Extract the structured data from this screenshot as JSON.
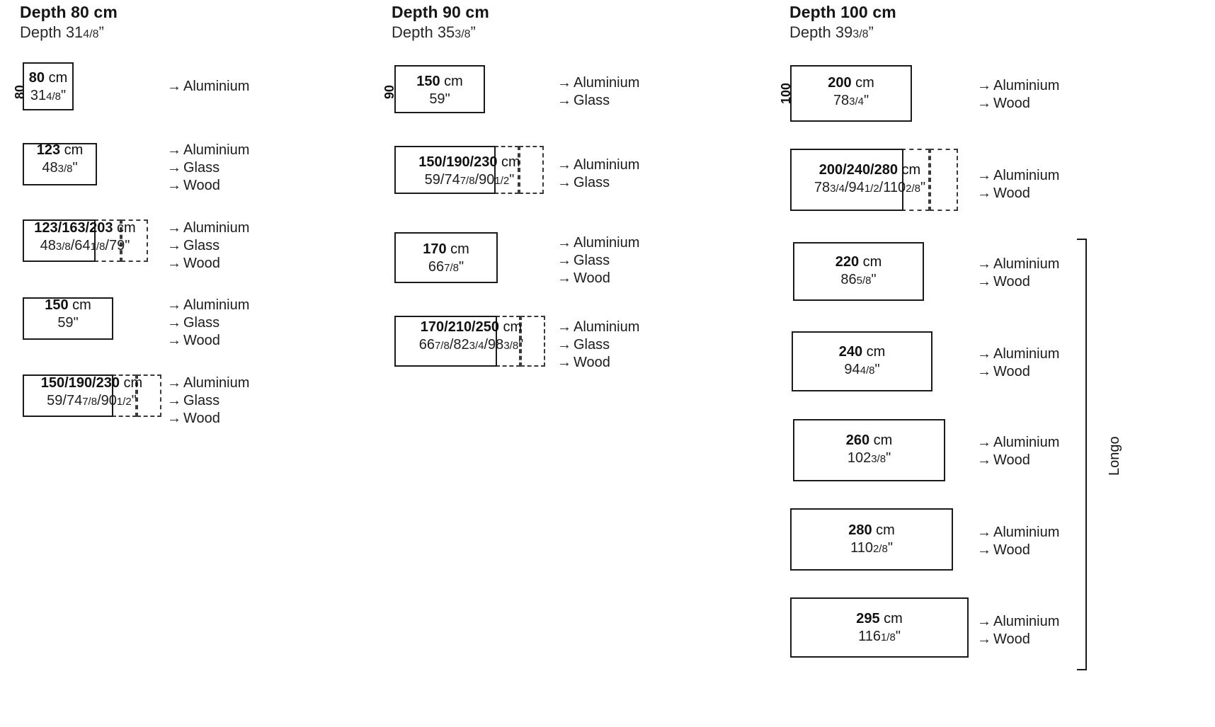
{
  "columns": [
    {
      "id": "depth-80",
      "title": "Depth 80 cm",
      "subtitle_prefix": "Depth 31",
      "subtitle_frac": "4/8",
      "subtitle_suffix": "”",
      "depth_tag": "80",
      "rows": [
        {
          "cm_value": "80",
          "cm_unit": " cm",
          "in_value": "31",
          "in_frac": "4/8",
          "in_suffix": "\"",
          "materials": [
            "Aluminium"
          ]
        },
        {
          "cm_value": "123",
          "cm_unit": " cm",
          "in_value": "48",
          "in_frac": "3/8",
          "in_suffix": "\"",
          "materials": [
            "Aluminium",
            "Glass",
            "Wood"
          ]
        },
        {
          "cm_value": "123/163/203",
          "cm_unit": " cm",
          "in_value": "48",
          "in_frac": "3/8",
          "in_mid": "/64",
          "in_frac2": "1/8",
          "in_tail": "/79",
          "in_suffix": "\"",
          "materials": [
            "Aluminium",
            "Glass",
            "Wood"
          ]
        },
        {
          "cm_value": "150",
          "cm_unit": " cm",
          "in_value": "59",
          "in_frac": "",
          "in_suffix": "\"",
          "materials": [
            "Aluminium",
            "Glass",
            "Wood"
          ]
        },
        {
          "cm_value": "150/190/230",
          "cm_unit": " cm",
          "in_value": "59/74",
          "in_frac": "7/8",
          "in_mid": "/90",
          "in_frac2": "1/2",
          "in_tail": "",
          "in_suffix": "\"",
          "materials": [
            "Aluminium",
            "Glass",
            "Wood"
          ]
        }
      ]
    },
    {
      "id": "depth-90",
      "title": "Depth 90 cm",
      "subtitle_prefix": "Depth 35",
      "subtitle_frac": "3/8",
      "subtitle_suffix": "”",
      "depth_tag": "90",
      "rows": [
        {
          "cm_value": "150",
          "cm_unit": " cm",
          "in_value": "59",
          "in_frac": "",
          "in_suffix": "\"",
          "materials": [
            "Aluminium",
            "Glass"
          ]
        },
        {
          "cm_value": "150/190/230",
          "cm_unit": " cm",
          "in_value": "59/74",
          "in_frac": "7/8",
          "in_mid": "/90",
          "in_frac2": "1/2",
          "in_tail": "",
          "in_suffix": "\"",
          "materials": [
            "Aluminium",
            "Glass"
          ]
        },
        {
          "cm_value": "170",
          "cm_unit": " cm",
          "in_value": "66",
          "in_frac": "7/8",
          "in_suffix": "\"",
          "materials": [
            "Aluminium",
            "Glass",
            "Wood"
          ]
        },
        {
          "cm_value": "170/210/250",
          "cm_unit": " cm",
          "in_value": "66",
          "in_frac": "7/8",
          "in_mid": "/82",
          "in_frac2": "3/4",
          "in_tail": "/98",
          "in_frac3": "3/8",
          "in_suffix": "\"",
          "materials": [
            "Aluminium",
            "Glass",
            "Wood"
          ]
        }
      ]
    },
    {
      "id": "depth-100",
      "title": "Depth 100 cm",
      "subtitle_prefix": "Depth 39",
      "subtitle_frac": "3/8",
      "subtitle_suffix": "”",
      "depth_tag": "100",
      "rows": [
        {
          "cm_value": "200",
          "cm_unit": " cm",
          "in_value": "78",
          "in_frac": "3/4",
          "in_suffix": "\"",
          "materials": [
            "Aluminium",
            "Wood"
          ]
        },
        {
          "cm_value": "200/240/280",
          "cm_unit": " cm",
          "in_value": "78",
          "in_frac": "3/4",
          "in_mid": "/94",
          "in_frac2": "1/2",
          "in_tail": "/110",
          "in_frac3": "2/8",
          "in_suffix": "\"",
          "materials": [
            "Aluminium",
            "Wood"
          ]
        },
        {
          "cm_value": "220",
          "cm_unit": " cm",
          "in_value": "86",
          "in_frac": "5/8",
          "in_suffix": "\"",
          "materials": [
            "Aluminium",
            "Wood"
          ]
        },
        {
          "cm_value": "240",
          "cm_unit": " cm",
          "in_value": "94",
          "in_frac": "4/8",
          "in_suffix": "\"",
          "materials": [
            "Aluminium",
            "Wood"
          ]
        },
        {
          "cm_value": "260",
          "cm_unit": " cm",
          "in_value": "102",
          "in_frac": "3/8",
          "in_suffix": "\"",
          "materials": [
            "Aluminium",
            "Wood"
          ]
        },
        {
          "cm_value": "280",
          "cm_unit": " cm",
          "in_value": "110",
          "in_frac": "2/8",
          "in_suffix": "\"",
          "materials": [
            "Aluminium",
            "Wood"
          ]
        },
        {
          "cm_value": "295",
          "cm_unit": " cm",
          "in_value": "116",
          "in_frac": "1/8",
          "in_suffix": "\"",
          "materials": [
            "Aluminium",
            "Wood"
          ]
        }
      ]
    }
  ],
  "bracket": {
    "label": "Longo"
  },
  "arrow_glyph": "→",
  "colors": {
    "ink": "#1a1a1a",
    "paper": "#ffffff",
    "dashed": "#3a3a3a"
  }
}
